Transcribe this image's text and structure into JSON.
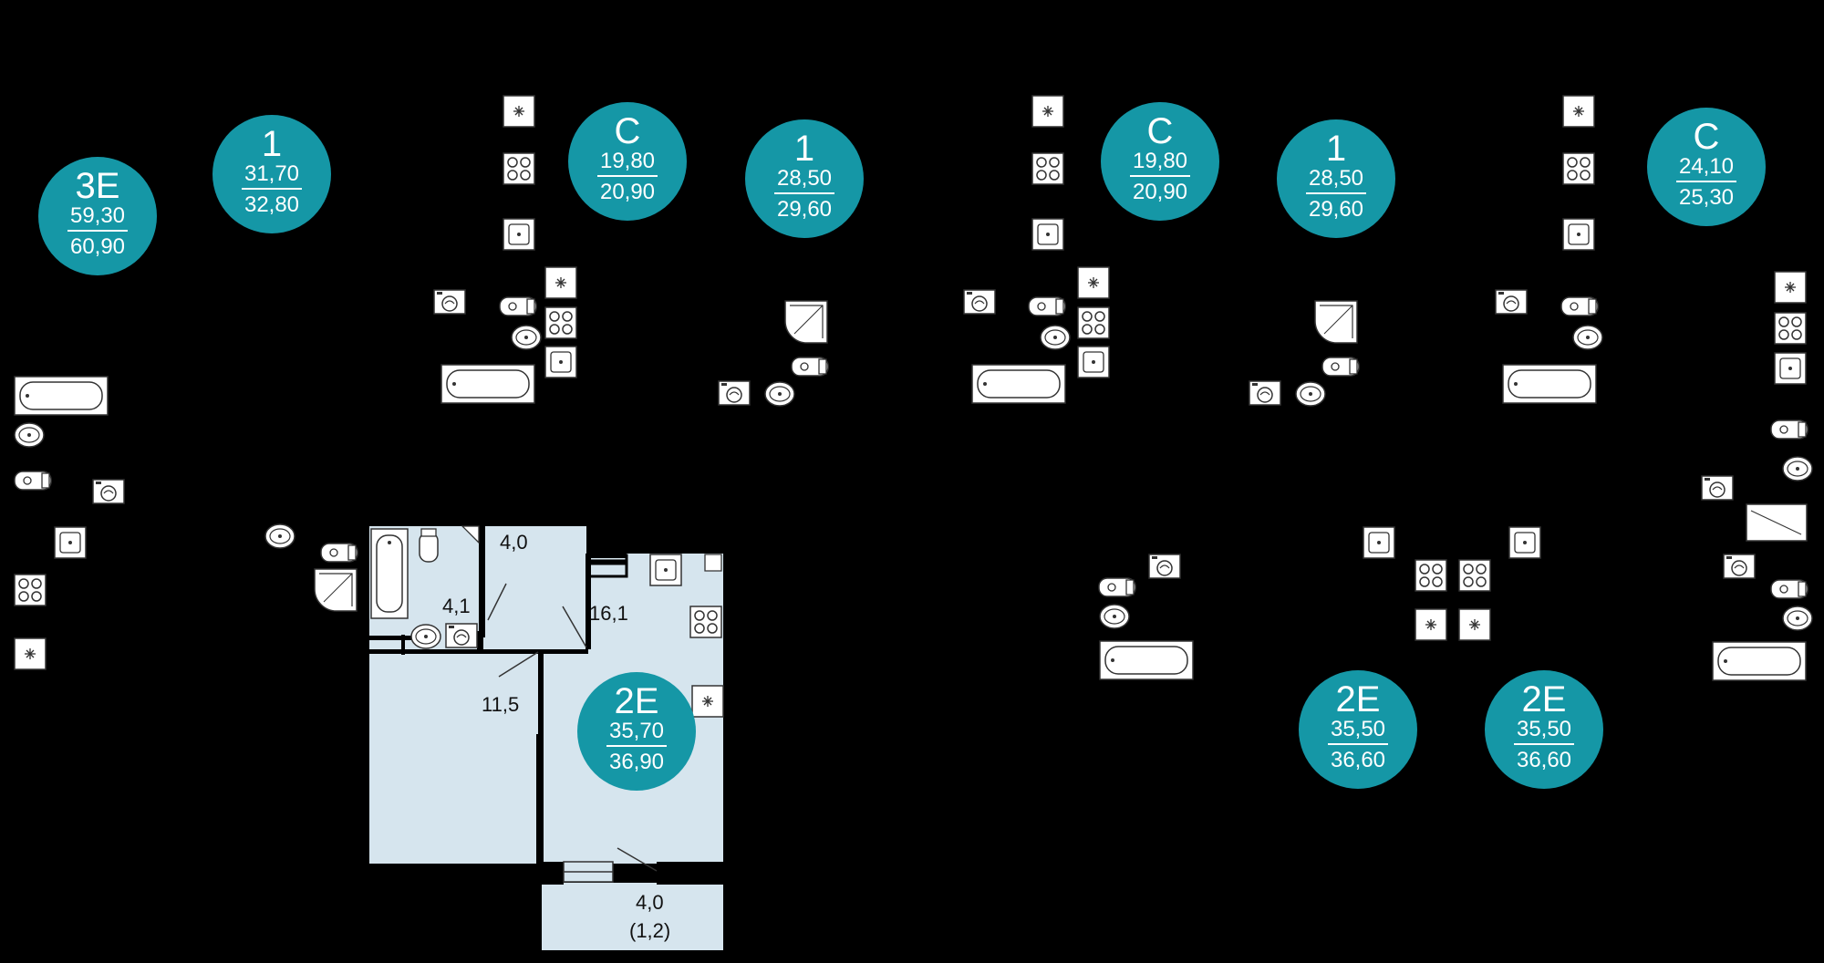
{
  "colors": {
    "background": "#000000",
    "badge": "#1597a6",
    "floor": "#d6e5ee",
    "wall": "#000000",
    "fixture_stroke": "#3a3a3a"
  },
  "units": [
    {
      "type": "3E",
      "area_a": "59,30",
      "area_b": "60,90"
    },
    {
      "type": "1",
      "area_a": "31,70",
      "area_b": "32,80"
    },
    {
      "type": "С",
      "area_a": "19,80",
      "area_b": "20,90"
    },
    {
      "type": "1",
      "area_a": "28,50",
      "area_b": "29,60"
    },
    {
      "type": "С",
      "area_a": "19,80",
      "area_b": "20,90"
    },
    {
      "type": "1",
      "area_a": "28,50",
      "area_b": "29,60"
    },
    {
      "type": "С",
      "area_a": "24,10",
      "area_b": "25,30"
    },
    {
      "type": "2Е",
      "area_a": "35,70",
      "area_b": "36,90"
    },
    {
      "type": "2Е",
      "area_a": "35,50",
      "area_b": "36,60"
    },
    {
      "type": "2Е",
      "area_a": "35,50",
      "area_b": "36,60"
    }
  ],
  "rooms": [
    {
      "label": "4,0"
    },
    {
      "label": "4,1"
    },
    {
      "label": "16,1"
    },
    {
      "label": "11,5"
    },
    {
      "label": "4,0"
    },
    {
      "label": "(1,2)"
    }
  ],
  "fixture_icons": [
    "snowflake-icon",
    "stove-icon",
    "sink-icon",
    "washing-machine-icon",
    "toilet-icon",
    "bathtub-icon",
    "shower-icon"
  ]
}
